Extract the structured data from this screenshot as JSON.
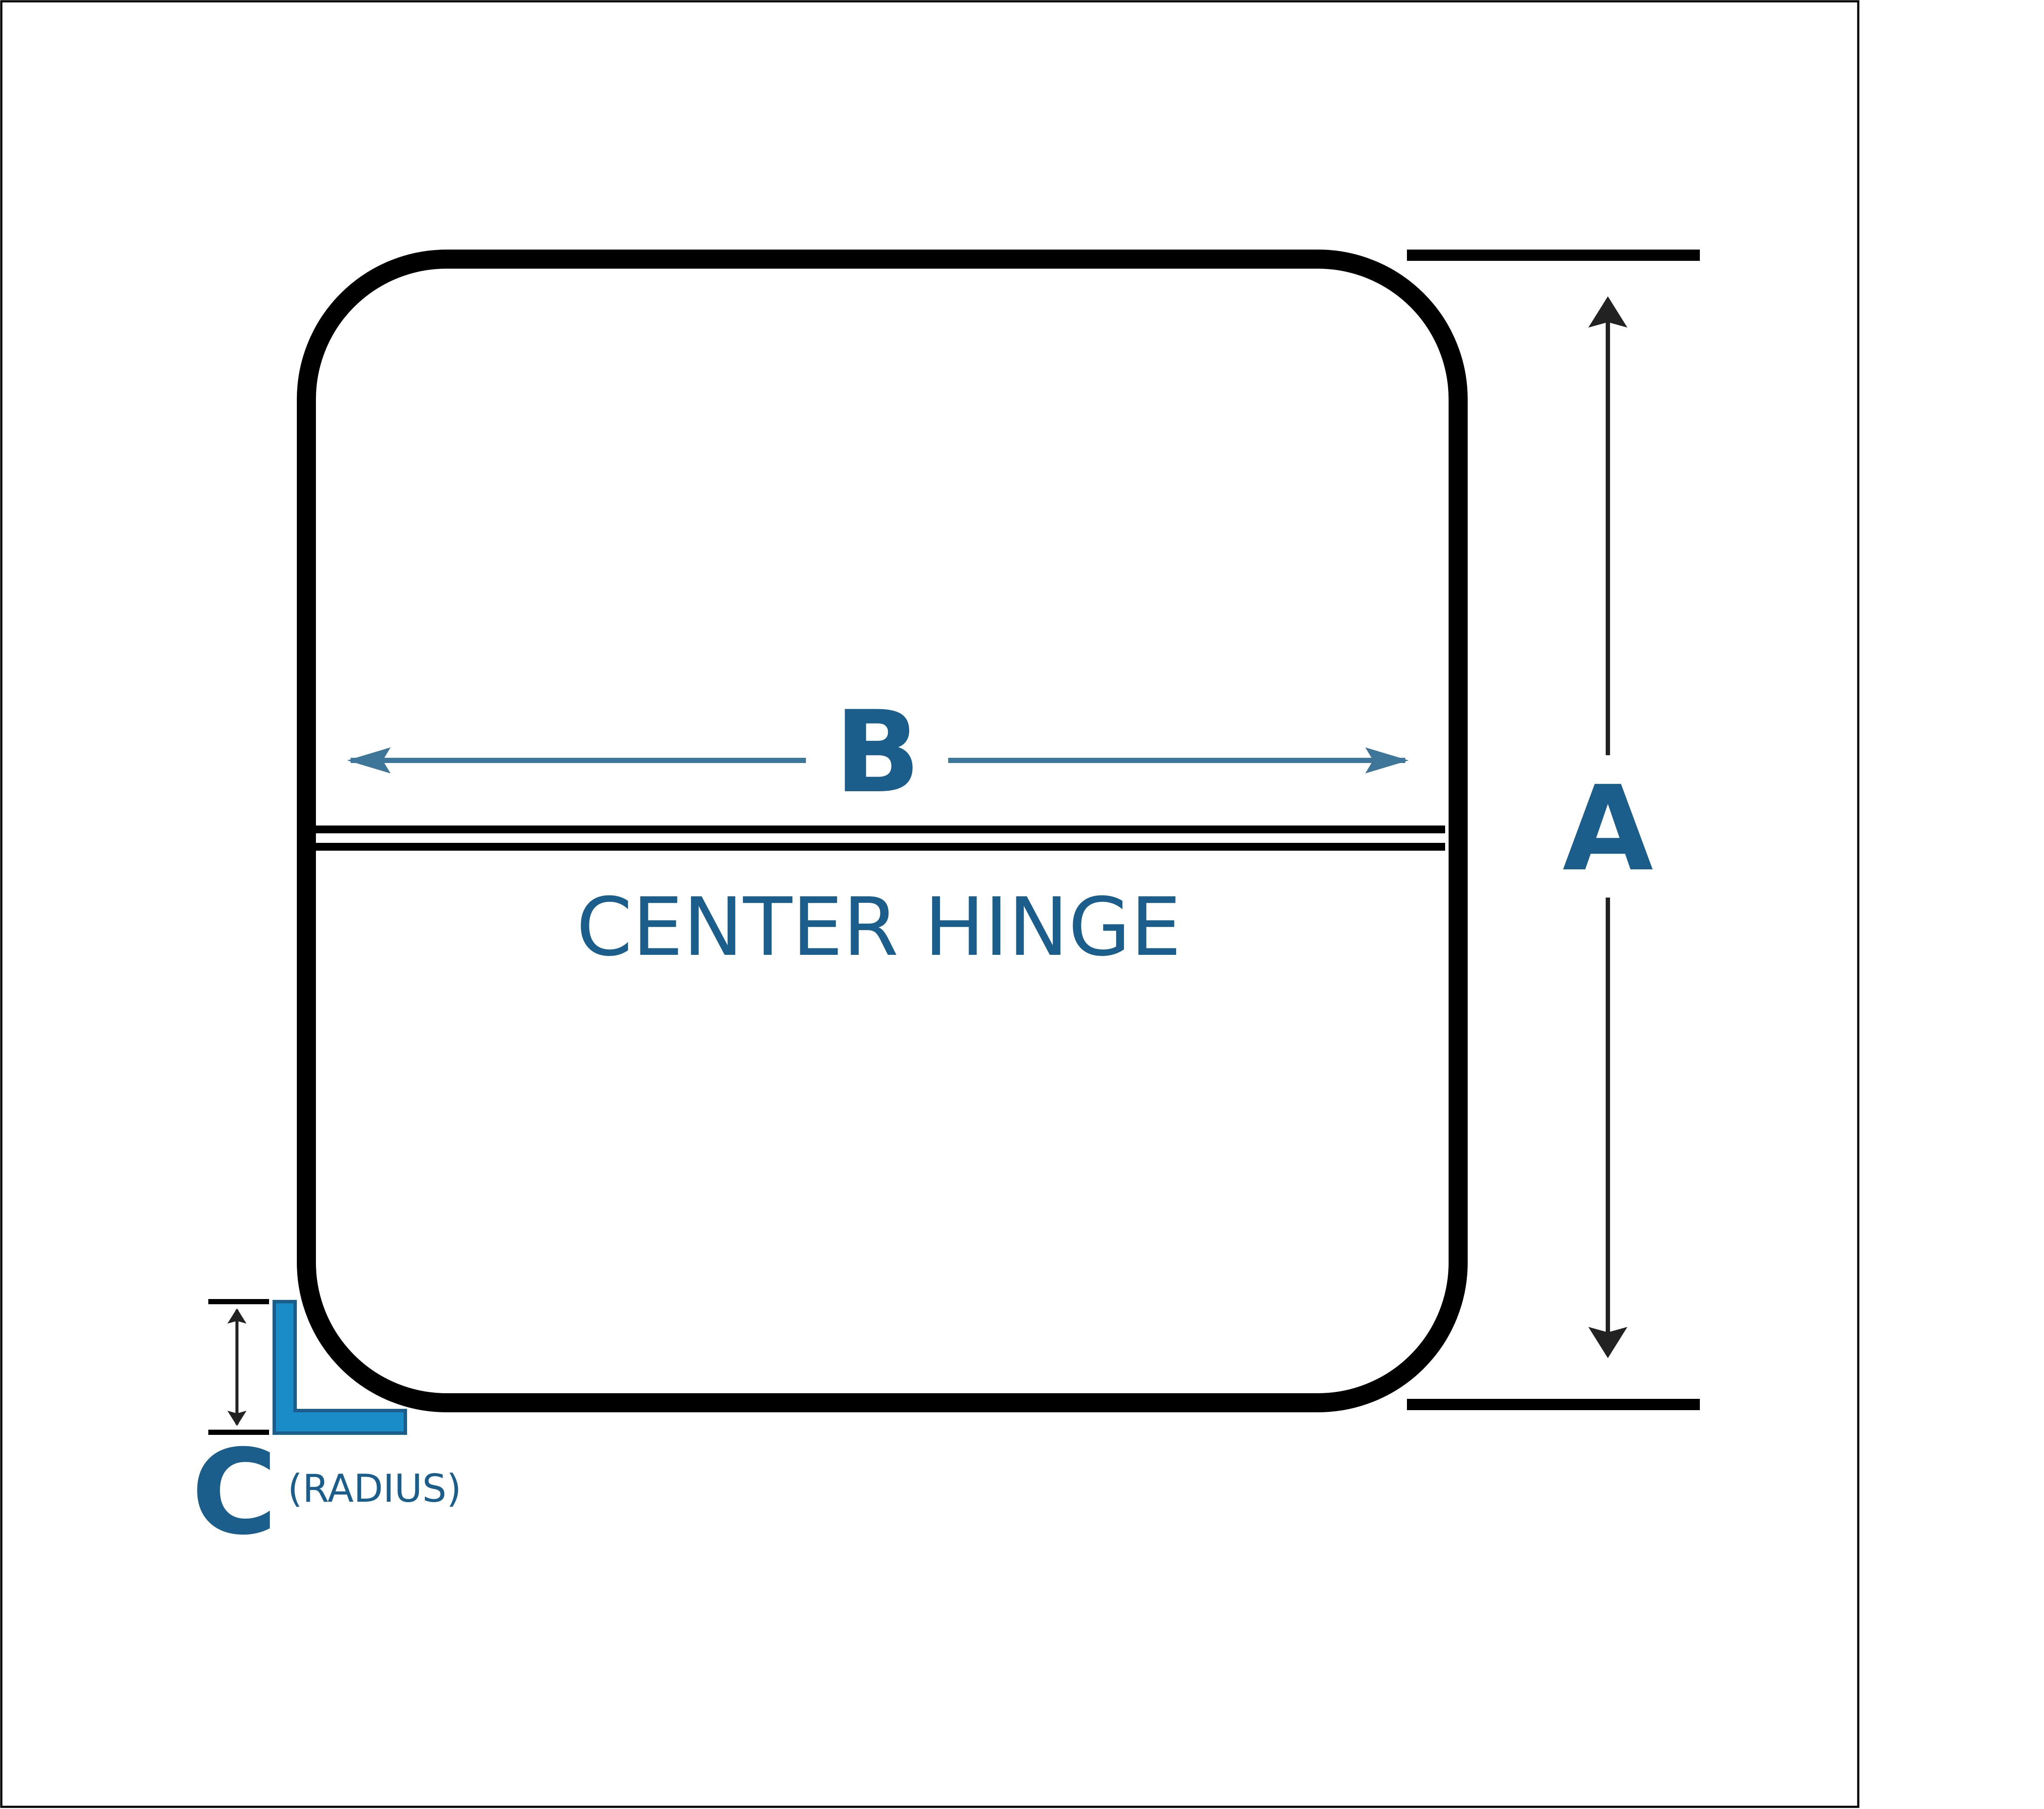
{
  "diagram": {
    "labels": {
      "a": "A",
      "b": "B",
      "c": "C",
      "radius": "(RADIUS)",
      "hinge": "CENTER HINGE"
    },
    "colors": {
      "outline": "#000000",
      "label_blue": "#1b5e8c",
      "arrow_blue": "#3d7699",
      "radius_marker": "#1a8cc8",
      "radius_marker_stroke": "#1b5e8c",
      "dimension_arrow": "#222222",
      "frame": "#000000",
      "background": "#ffffff"
    }
  }
}
